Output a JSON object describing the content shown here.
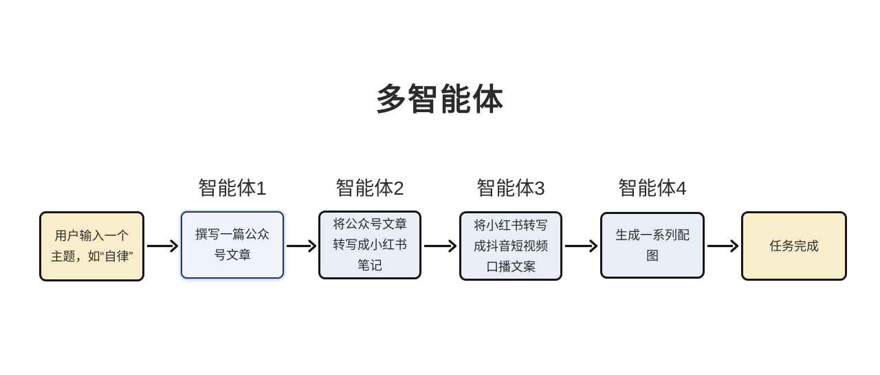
{
  "title": "多智能体",
  "agents": {
    "labels": [
      "智能体1",
      "智能体2",
      "智能体3",
      "智能体4"
    ]
  },
  "nodes": [
    {
      "label": "用户输入一个主题，如“自律”",
      "type": "input"
    },
    {
      "label": "撰写一篇公众号文章",
      "type": "agent"
    },
    {
      "label": "将公众号文章转写成小红书笔记",
      "type": "agent"
    },
    {
      "label": "将小红书转写成抖音短视频口播文案",
      "type": "agent"
    },
    {
      "label": "生成一系列配图",
      "type": "agent"
    },
    {
      "label": "任务完成",
      "type": "output"
    }
  ],
  "colors": {
    "node_yellow_fill": "#f9eecb",
    "node_blue_fill": "#e9edf6",
    "node_highlight_fill": "#f0f3fb",
    "node_border": "#161616",
    "node_highlight_border": "#27355c",
    "node_highlight_glow": "#cbdaf5",
    "text": "#2b2b2b",
    "arrow": "#111111"
  }
}
